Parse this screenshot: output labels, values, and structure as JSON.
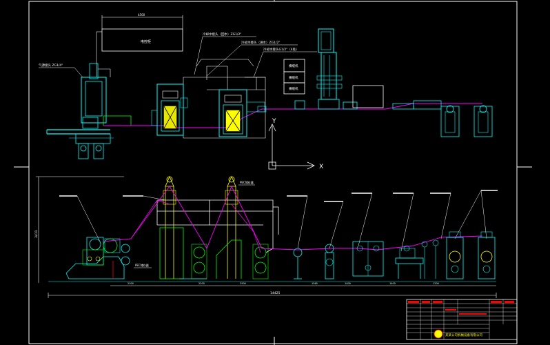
{
  "labels": {
    "control_cabinet": "电控柜",
    "gas_joint": "气源接头 ZG1/4\"",
    "cool_water_in": "冷却水接头（回水）ZG1/2\"",
    "cool_water_out": "冷却水接头（进水）ZG1/2\"",
    "cool_water_four": "冷却水接头G1/2\"（4处）",
    "box_a": "横缝机",
    "box_b": "横缝机",
    "box_c": "横缝机",
    "axis_y": "Y",
    "axis_x": "X",
    "pec_storage": "PEC储存器",
    "pec_storage_2": "PEC储存器",
    "total_length": "14425",
    "dim_height": "3411",
    "dim_a": "2300",
    "dim_b": "2200",
    "dim_c": "2500",
    "dim_d": "1565",
    "dim_e": "1000",
    "dim_f": "1400",
    "dim_g": "1200",
    "dim_top": "4500",
    "title_company": "某某公司机械设备有限公司"
  },
  "colors": {
    "background": "#000000",
    "frame": "#ffffff",
    "cyan": "#00ffff",
    "magenta": "#ff00ff",
    "yellow": "#ffff00",
    "green": "#00ff00",
    "red": "#ff0000",
    "blue": "#3060ff"
  }
}
